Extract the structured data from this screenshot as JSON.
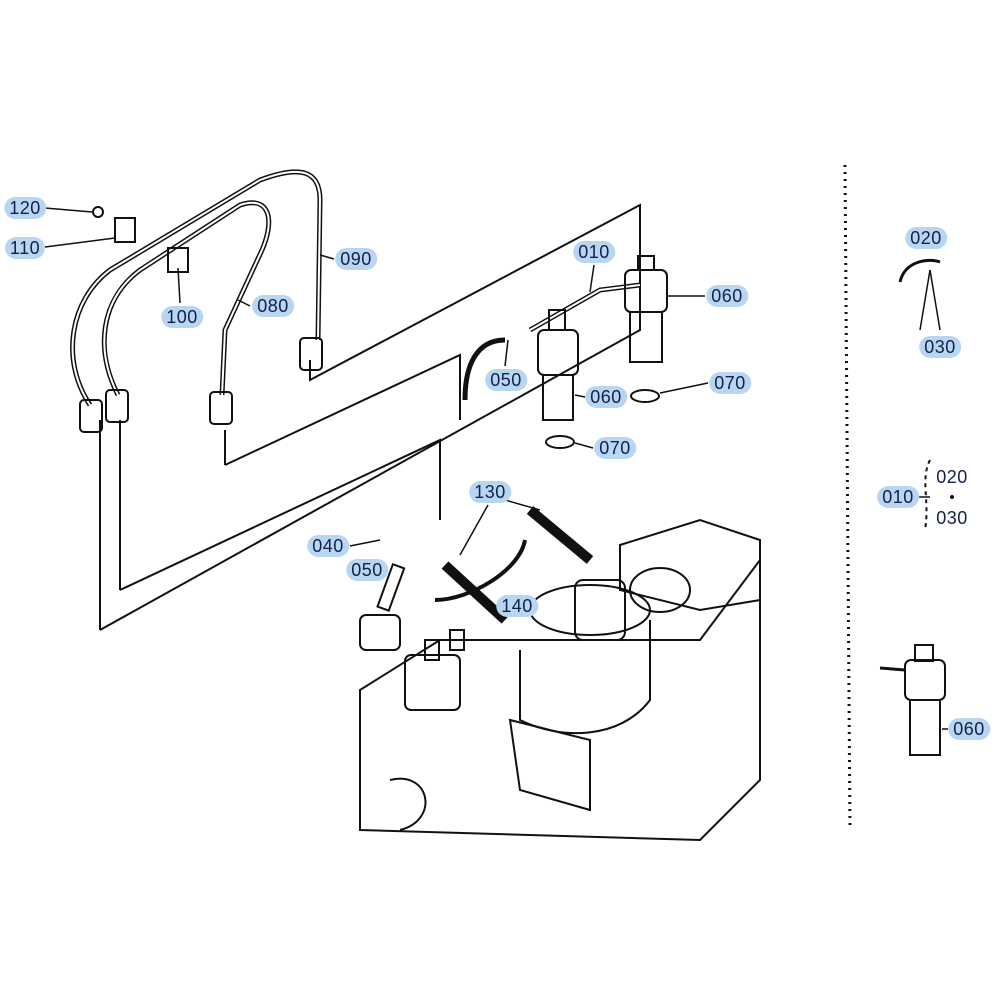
{
  "callouts": {
    "c120": "120",
    "c110": "110",
    "c100": "100",
    "c080": "080",
    "c090": "090",
    "c010": "010",
    "c060a": "060",
    "c050a": "050",
    "c060b": "060",
    "c070a": "070",
    "c070b": "070",
    "c130": "130",
    "c040": "040",
    "c050b": "050",
    "c140": "140"
  },
  "side_panel": {
    "c020": "020",
    "c030": "030",
    "kit_010": "010",
    "kit_020": "020",
    "kit_030": "030",
    "c060": "060"
  },
  "colors": {
    "highlight": "#b8d6f2",
    "text": "#13204a",
    "line": "#111111"
  }
}
